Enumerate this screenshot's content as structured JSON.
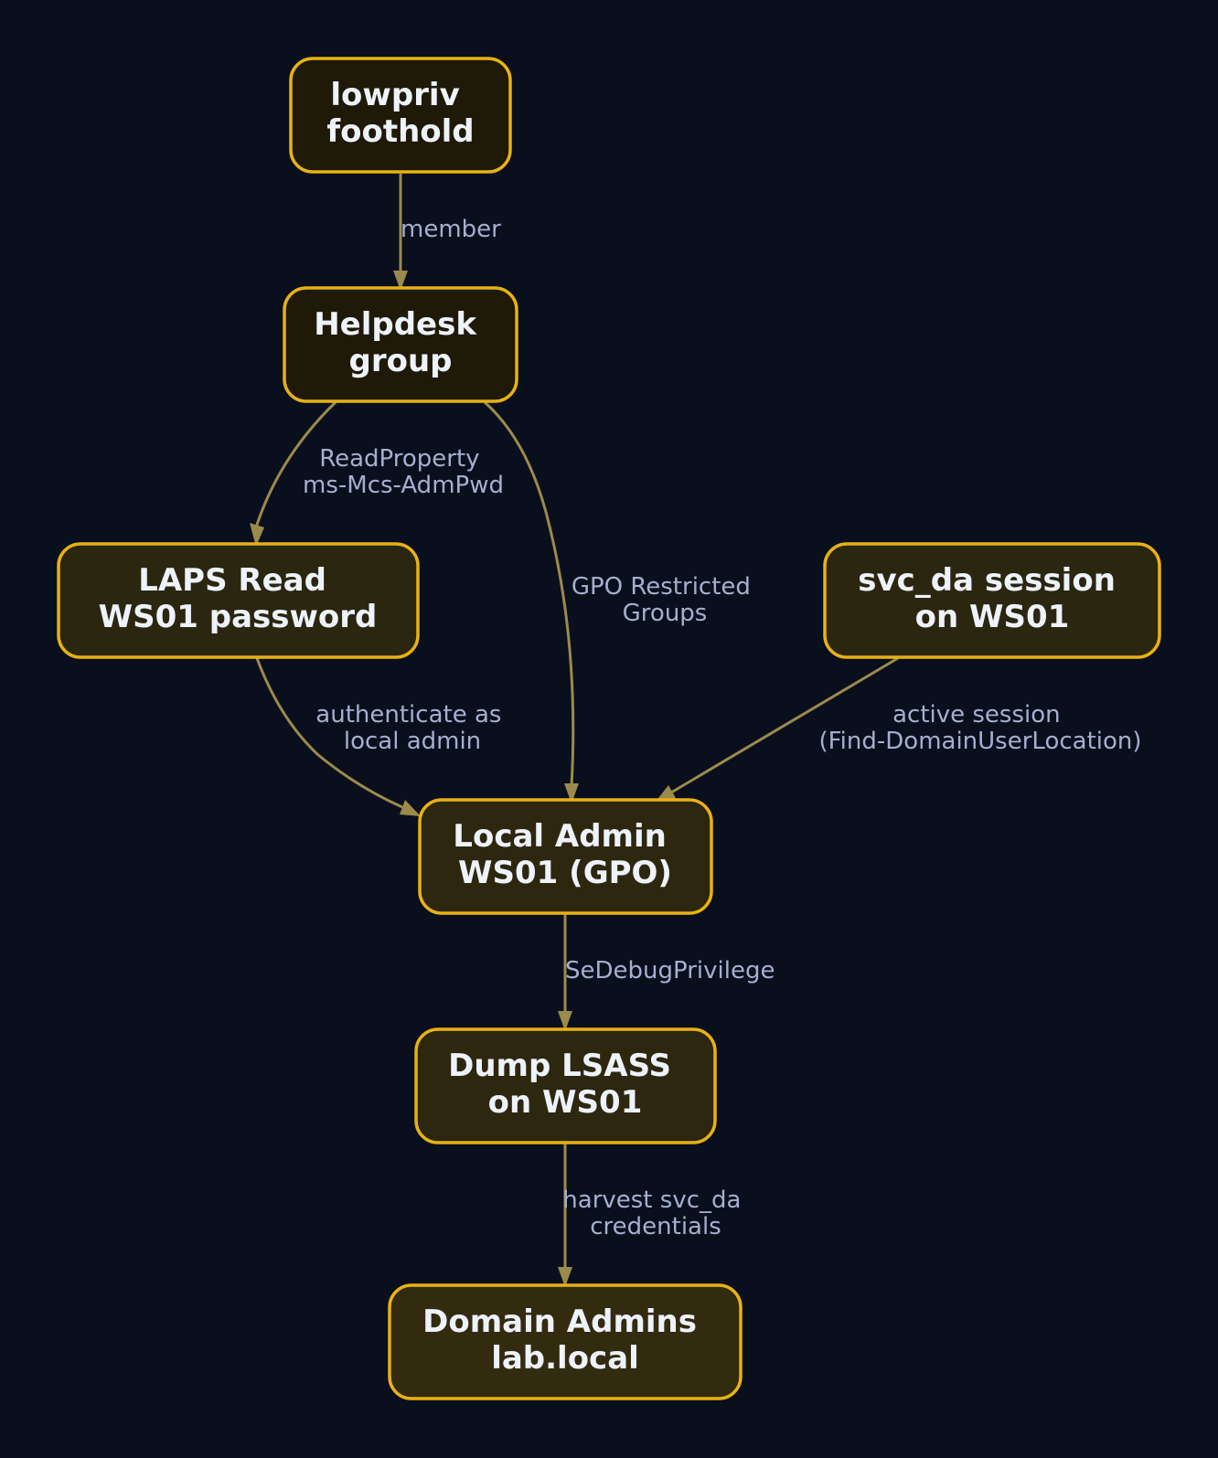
{
  "diagram": {
    "colors": {
      "background": "#0a0f1e",
      "node_border": "#e8b114",
      "edge": "#9c8a4c",
      "node_text": "#eef2fa",
      "edge_label": "#a5b0cf"
    },
    "nodes": {
      "foothold": {
        "line1": "lowpriv",
        "line2": "foothold",
        "fill": "#1e1a07"
      },
      "helpdesk": {
        "line1": "Helpdesk",
        "line2": "group",
        "fill": "#1e1a07"
      },
      "laps": {
        "line1": "LAPS Read",
        "line2": "WS01 password",
        "fill": "#2b2610"
      },
      "svc_da": {
        "line1": "svc_da session",
        "line2": "on WS01",
        "fill": "#2b2610"
      },
      "local_admin": {
        "line1": "Local Admin",
        "line2": "WS01 (GPO)",
        "fill": "#2d2710"
      },
      "lsass": {
        "line1": "Dump LSASS",
        "line2": "on WS01",
        "fill": "#2d2710"
      },
      "domain_admins": {
        "line1": "Domain Admins",
        "line2": "lab.local",
        "fill": "#332b10"
      }
    },
    "edges": {
      "foothold_helpdesk": {
        "line1": "member",
        "line2": ""
      },
      "helpdesk_laps": {
        "line1": "ReadProperty",
        "line2": "ms-Mcs-AdmPwd"
      },
      "helpdesk_localadmin": {
        "line1": "GPO Restricted",
        "line2": "Groups"
      },
      "laps_localadmin": {
        "line1": "authenticate as",
        "line2": "local admin"
      },
      "svcda_localadmin": {
        "line1": "active session",
        "line2": "(Find-DomainUserLocation)"
      },
      "localadmin_lsass": {
        "line1": "SeDebugPrivilege",
        "line2": ""
      },
      "lsass_domainadmins": {
        "line1": "harvest svc_da",
        "line2": "credentials"
      }
    }
  }
}
